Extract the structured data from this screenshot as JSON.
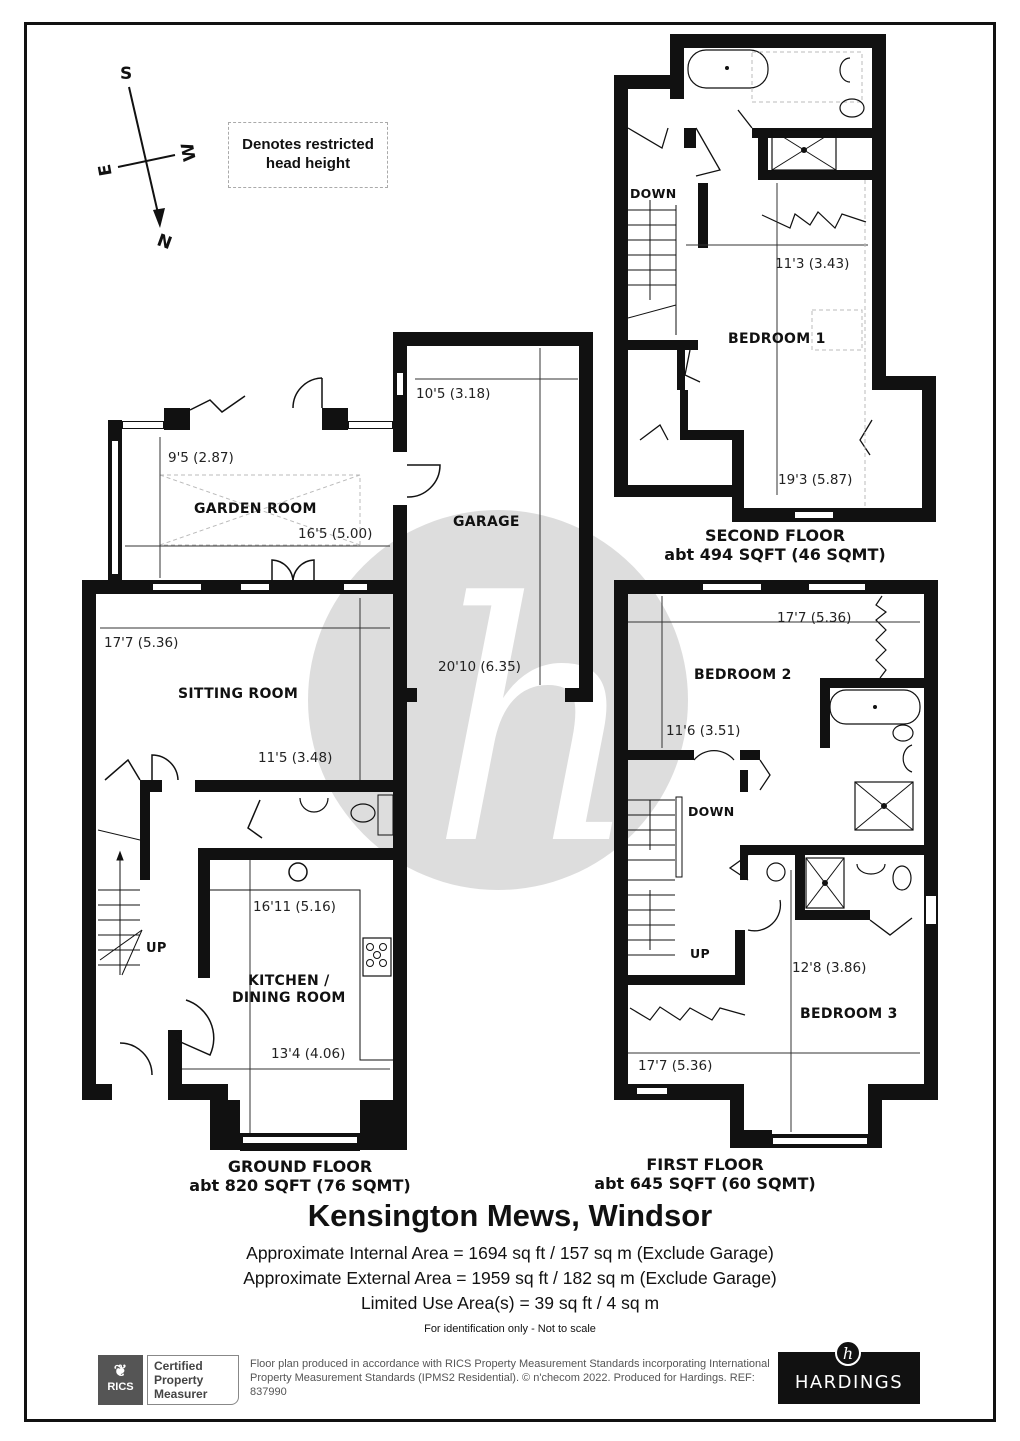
{
  "property": {
    "title": "Kensington Mews, Windsor",
    "internal_area": "Approximate Internal Area = 1694 sq ft / 157 sq m (Exclude Garage)",
    "external_area": "Approximate External Area = 1959 sq ft / 182 sq m (Exclude Garage)",
    "limited_use_area": "Limited Use Area(s) = 39 sq ft / 4 sq m",
    "note": "For identification only - Not to scale"
  },
  "compass": {
    "north": "N",
    "south": "S",
    "east": "E",
    "west": "W"
  },
  "legend": {
    "restricted_head_height": "Denotes restricted head height"
  },
  "floors": {
    "ground": {
      "title": "GROUND FLOOR",
      "area": "abt 820 SQFT (76 SQMT)",
      "rooms": [
        {
          "name": "GARDEN ROOM",
          "dims": [
            "9'5 (2.87)",
            "16'5 (5.00)"
          ]
        },
        {
          "name": "GARAGE",
          "dims": [
            "10'5 (3.18)",
            "20'10 (6.35)"
          ]
        },
        {
          "name": "SITTING ROOM",
          "dims": [
            "17'7 (5.36)",
            "11'5 (3.48)"
          ]
        },
        {
          "name": "KITCHEN / DINING ROOM",
          "line1": "KITCHEN /",
          "line2": "DINING ROOM",
          "dims": [
            "16'11 (5.16)",
            "13'4 (4.06)"
          ]
        }
      ],
      "stairs_label": "UP"
    },
    "first": {
      "title": "FIRST FLOOR",
      "area": "abt 645 SQFT (60 SQMT)",
      "rooms": [
        {
          "name": "BEDROOM 2",
          "dims": [
            "17'7 (5.36)",
            "11'6 (3.51)"
          ]
        },
        {
          "name": "BEDROOM 3",
          "dims": [
            "12'8 (3.86)",
            "17'7 (5.36)"
          ]
        }
      ],
      "stairs_down": "DOWN",
      "stairs_up": "UP"
    },
    "second": {
      "title": "SECOND FLOOR",
      "area": "abt 494 SQFT (46 SQMT)",
      "rooms": [
        {
          "name": "BEDROOM 1",
          "dims": [
            "11'3 (3.43)",
            "19'3 (5.87)"
          ]
        }
      ],
      "stairs_down": "DOWN"
    }
  },
  "footer": {
    "rics_badge": "RICS",
    "rics_cert_line1": "Certified",
    "rics_cert_line2": "Property",
    "rics_cert_line3": "Measurer",
    "disclaimer": "Floor plan produced in accordance with RICS Property Measurement Standards incorporating International Property Measurement Standards (IPMS2 Residential).  © n'checom 2022. Produced for Hardings.   REF:  837990",
    "brand": "HARDINGS",
    "brand_logo_glyph": "h"
  }
}
